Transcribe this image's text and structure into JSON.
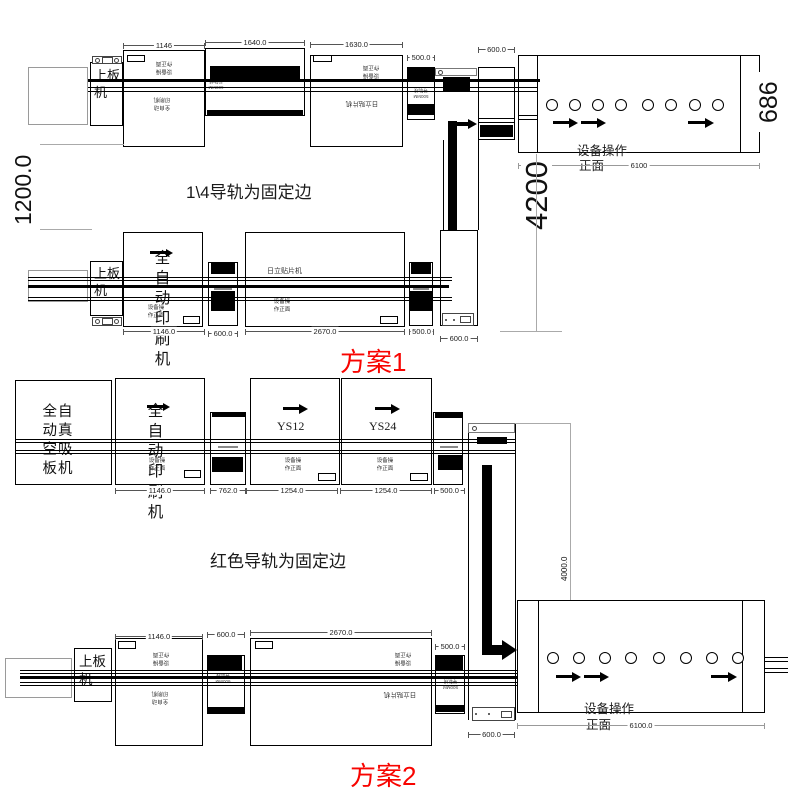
{
  "colors": {
    "accent_red": "#F80400",
    "line": "#000000",
    "gray": "#999999"
  },
  "plan1": {
    "label": "方案1",
    "note": "1\\4导轨为固定边",
    "dim_left": "1200.0",
    "dim_corridor": "4200",
    "top": {
      "loader": "上板机",
      "m1": {
        "dim": "1146",
        "top_label": [
          "设备操",
          "作正面"
        ],
        "bottom_label": [
          "全自动",
          "印刷机"
        ]
      },
      "rail_tag": [
        "600MM",
        "导轨线"
      ],
      "m2": {
        "dim": "1640.0"
      },
      "m3": {
        "dim": "1630.0",
        "top_label": [
          "设备操",
          "作正面"
        ],
        "name": "日立贴片机"
      },
      "conn": {
        "dim": "500.0",
        "label": [
          "500MM",
          "导轨线"
        ]
      },
      "corner_dim": "600.0",
      "oven": {
        "front_line1": "设备操作",
        "front_line2": "正面",
        "dim": "6100",
        "depth_dim": "686"
      }
    },
    "bottom": {
      "loader": "上板机",
      "printer": {
        "dim": "1146.0",
        "name_lines": [
          "全自",
          "动印",
          "刷机"
        ],
        "front": [
          "设备操",
          "作正面"
        ]
      },
      "conn1_dim": "600.0",
      "mounter": {
        "dim": "2670.0",
        "name": "日立贴片机",
        "front": [
          "设备操",
          "作正面"
        ]
      },
      "conn2_dim": "500.0",
      "corner_dim": "600.0"
    }
  },
  "plan2": {
    "label": "方案2",
    "note": "红色导轨为固定边",
    "dim_corridor": "4000.0",
    "top": {
      "vacuum_lines": [
        "全自",
        "动真",
        "空吸",
        "板机"
      ],
      "printer": {
        "dim": "1146.0",
        "name_lines": [
          "全自",
          "动印",
          "刷机"
        ],
        "front": [
          "设备操",
          "作正面"
        ]
      },
      "conn1_dim": "762.0",
      "ys12": {
        "dim": "1254.0",
        "name": "YS12",
        "front": [
          "设备操",
          "作正面"
        ]
      },
      "ys24": {
        "dim": "1254.0",
        "name": "YS24",
        "front": [
          "设备操",
          "作正面"
        ]
      },
      "conn2_dim": "500.0"
    },
    "bottom": {
      "loader": "上板机",
      "m1": {
        "dim": "1146.0",
        "top_label": [
          "设备操",
          "作正面"
        ],
        "bottom_label": [
          "全自动",
          "印刷机"
        ]
      },
      "conn1": {
        "dim": "600.0",
        "label": [
          "600MM",
          "导轨线"
        ]
      },
      "m2": {
        "dim": "2670.0",
        "top_label": [
          "设备操",
          "作正面"
        ],
        "name": "日立贴片机"
      },
      "conn2": {
        "dim": "500.0",
        "label": [
          "500MM",
          "导轨线"
        ]
      },
      "corner_dim": "600.0",
      "oven": {
        "front_line1": "设备操作",
        "front_line2": "正面",
        "dim": "6100.0"
      }
    }
  }
}
